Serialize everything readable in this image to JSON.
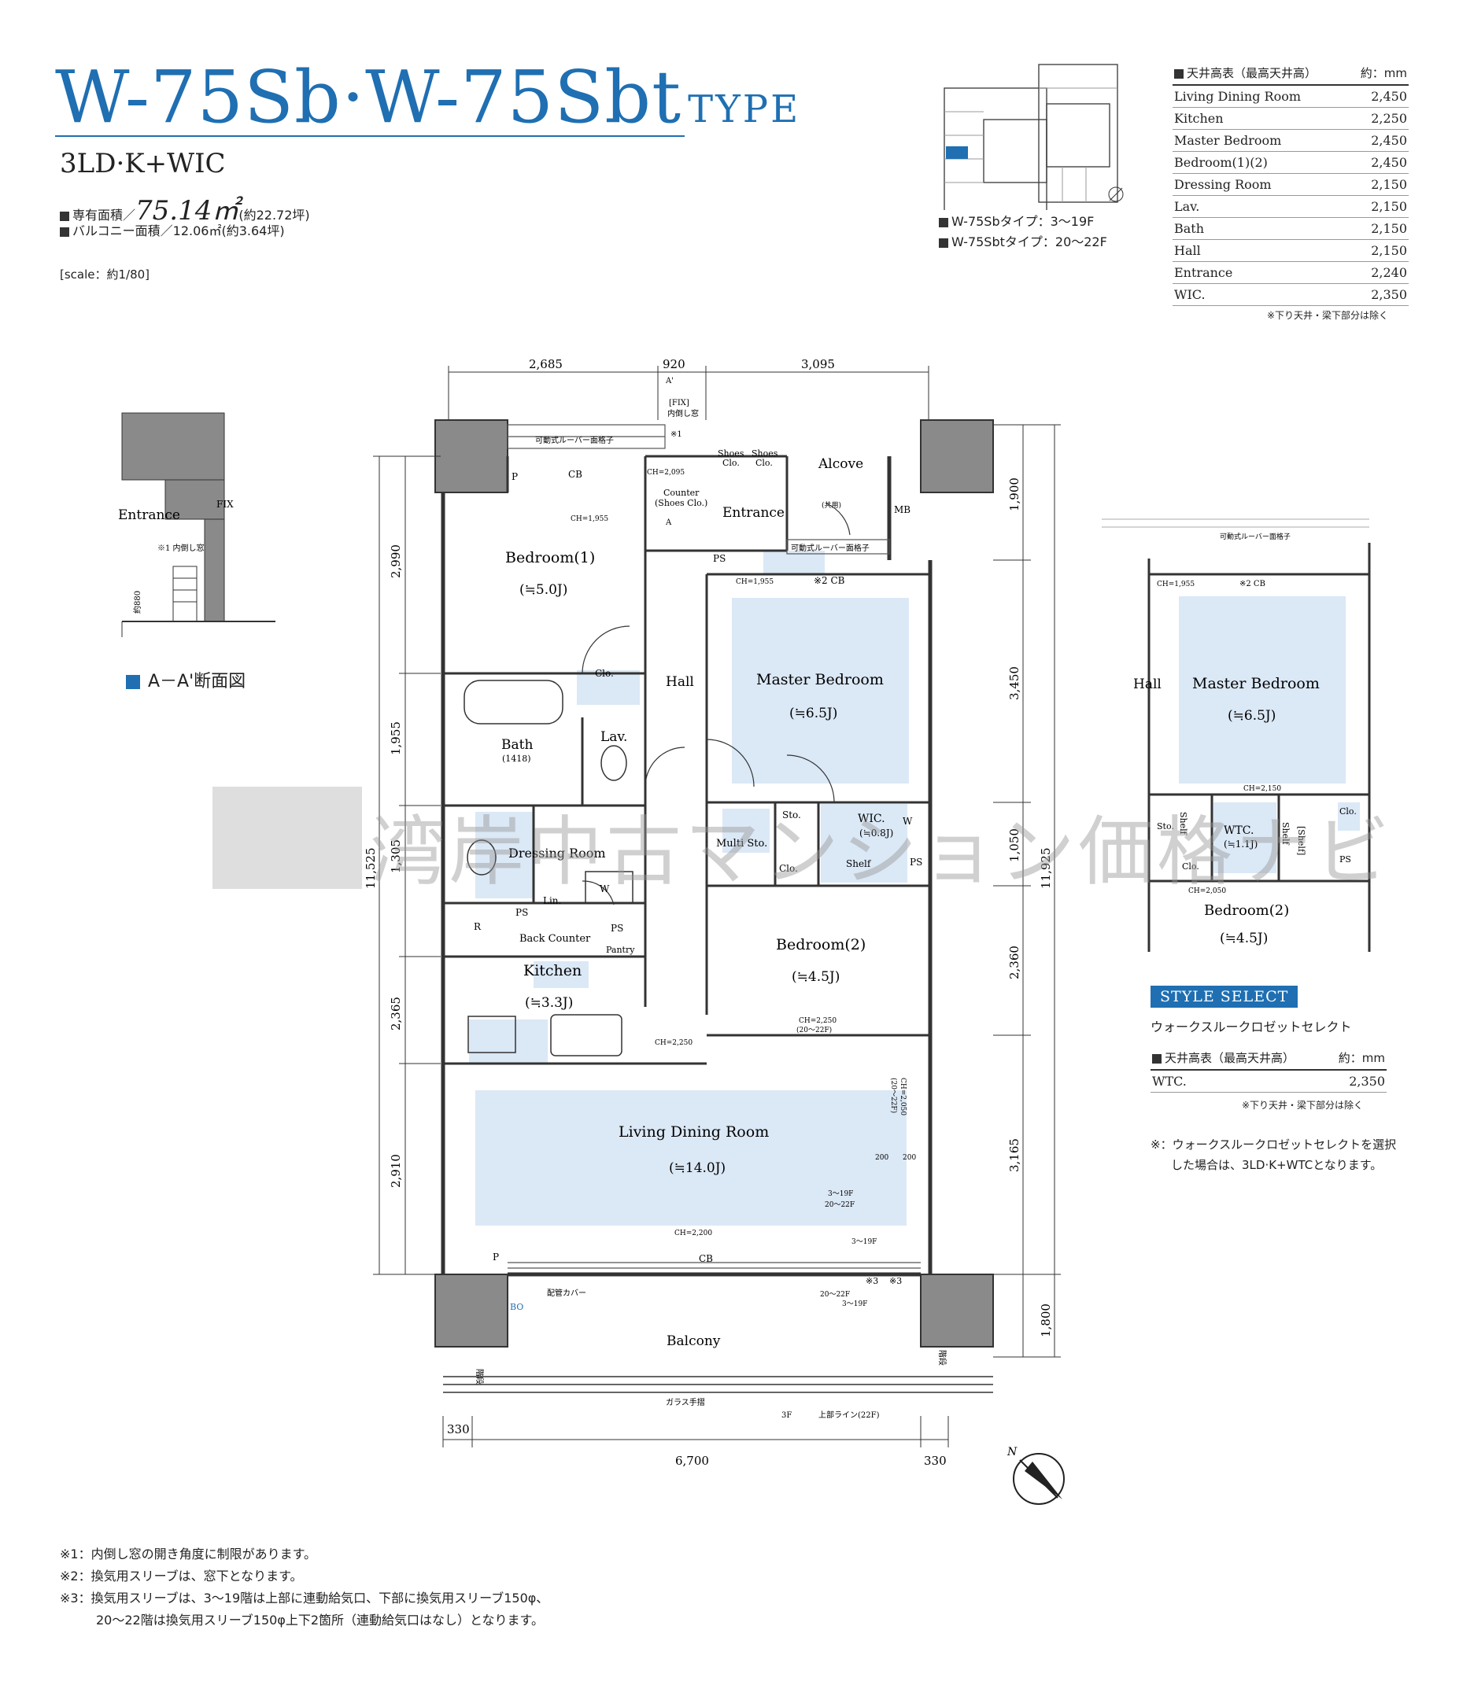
{
  "header": {
    "title_main": "W-75Sb·W-75Sbt",
    "title_type": "TYPE",
    "layout": "3LD·K+WIC",
    "area_label": "専有面積／",
    "area_value": "75.14㎡",
    "area_tsubo": "(約22.72坪)",
    "balcony_area": "バルコニー面積／12.06㎡(約3.64坪)",
    "scale": "[scale：約1/80]"
  },
  "key_plan": {
    "types": [
      "W-75Sbタイプ：3〜19F",
      "W-75Sbtタイプ：20〜22F"
    ]
  },
  "ceiling_table": {
    "title": "天井高表（最高天井高）",
    "unit": "約：mm",
    "rows": [
      {
        "room": "Living Dining Room",
        "height": "2,450"
      },
      {
        "room": "Kitchen",
        "height": "2,250"
      },
      {
        "room": "Master Bedroom",
        "height": "2,450"
      },
      {
        "room": "Bedroom(1)(2)",
        "height": "2,450"
      },
      {
        "room": "Dressing Room",
        "height": "2,150"
      },
      {
        "room": "Lav.",
        "height": "2,150"
      },
      {
        "room": "Bath",
        "height": "2,150"
      },
      {
        "room": "Hall",
        "height": "2,150"
      },
      {
        "room": "Entrance",
        "height": "2,240"
      },
      {
        "room": "WIC.",
        "height": "2,350"
      }
    ],
    "note": "※下り天井・梁下部分は除く"
  },
  "section": {
    "label_entrance": "Entrance",
    "label_fix": "FIX",
    "label_window": "※1 内倒し窓",
    "label_880": "約880",
    "caption": "A－A'断面図"
  },
  "plan": {
    "dims_top": [
      "2,685",
      "920",
      "3,095"
    ],
    "dims_left": [
      "2,990",
      "1,955",
      "1,305",
      "2,365",
      "2,910"
    ],
    "dim_left_total": "11,525",
    "dims_right": [
      "1,900",
      "3,450",
      "1,050",
      "2,360",
      "3,165"
    ],
    "dim_right_total": "11,925",
    "dim_right_balcony": "1,800",
    "dims_bottom": [
      "330",
      "6,700",
      "330"
    ],
    "rooms": {
      "bedroom1": "Bedroom(1)",
      "bedroom1_size": "(≒5.0J)",
      "master": "Master Bedroom",
      "master_size": "(≒6.5J)",
      "bedroom2": "Bedroom(2)",
      "bedroom2_size": "(≒4.5J)",
      "ldr": "Living Dining Room",
      "ldr_size": "(≒14.0J)",
      "kitchen": "Kitchen",
      "kitchen_size": "(≒3.3J)",
      "bath": "Bath",
      "bath_size": "(1418)",
      "lav": "Lav.",
      "dressing": "Dressing Room",
      "hall": "Hall",
      "entrance": "Entrance",
      "alcove": "Alcove",
      "balcony": "Balcony",
      "wic": "WIC.",
      "wic_size": "(≒0.8J)",
      "multi_sto": "Multi Sto.",
      "back_counter": "Back Counter",
      "pantry": "Pantry"
    },
    "labels": {
      "louver_top": "可動式ルーバー面格子",
      "louver_mid": "可動式ルーバー面格子",
      "cb": "CB",
      "cb2": "※2 CB",
      "cb3": "CB",
      "ch_1955": "CH=1,955",
      "ch_2095": "CH=2,095",
      "ch_1955b": "CH=1,955",
      "ch_2250": "CH=2,250",
      "ch_2250b": "CH=2,250",
      "ch_2250b_sub": "(20〜22F)",
      "ch_2200": "CH=2,200",
      "ch_2050": "CH=2,050",
      "ch_2050_sub": "(20〜22F)",
      "counter": "Counter",
      "shoes_clo_paren": "(Shoes Clo.)",
      "shoes_clo": "Shoes",
      "shoes_clo2": "Clo.",
      "mb": "MB",
      "ps": "PS",
      "p": "P",
      "clo": "Clo.",
      "sto": "Sto.",
      "shelf": "Shelf",
      "lin": "Lin.",
      "r": "R",
      "w": "W",
      "fix": "[FIX]",
      "fix_window": "内倒し窓",
      "a": "A",
      "a_prime": "A'",
      "note1": "※1",
      "note3": "※3",
      "kyoyo": "(共用)",
      "haikan": "配管カバー",
      "glass": "ガラス手摺",
      "f3": "3F",
      "upper_line": "上部ライン(22F)",
      "f3_19": "3〜19F",
      "f20_22": "20〜22F",
      "v200": "200",
      "kaidan": "階段",
      "bo": "BO"
    }
  },
  "alt_plan": {
    "hall": "Hall",
    "master": "Master Bedroom",
    "master_size": "(≒6.5J)",
    "wtc": "WTC.",
    "wtc_size": "(≒1.1J)",
    "bedroom2": "Bedroom(2)",
    "bedroom2_size": "(≒4.5J)",
    "ch_1955": "CH=1,955",
    "cb2": "※2 CB",
    "ch_2150": "CH=2,150",
    "ch_2050": "CH=2,050",
    "louver": "可動式ルーバー面格子",
    "shelf": "Shelf",
    "shelf2": "[Shelf]",
    "sto": "Sto.",
    "clo": "Clo.",
    "ps": "PS"
  },
  "style_select": {
    "badge": "STYLE SELECT",
    "desc": "ウォークスルークロゼットセレクト",
    "table_title": "天井高表（最高天井高）",
    "unit": "約：mm",
    "row_room": "WTC.",
    "row_height": "2,350",
    "note": "※下り天井・梁下部分は除く",
    "remark1": "※：ウォークスルークロゼットセレクトを選択",
    "remark2": "した場合は、3LD·K+WTCとなります。"
  },
  "footnotes": [
    "※1：内倒し窓の開き角度に制限があります。",
    "※2：換気用スリーブは、窓下となります。",
    "※3：換気用スリーブは、3〜19階は上部に連動給気口、下部に換気用スリーブ150φ、",
    "20〜22階は換気用スリーブ150φ上下2箇所（連動給気口はなし）となります。"
  ],
  "watermark": "湾岸中古マンション価格ナビ",
  "colors": {
    "accent": "#1f6fb2",
    "room_fill": "#dbe8f6",
    "wall": "#333333",
    "column": "#8a8a8a"
  }
}
